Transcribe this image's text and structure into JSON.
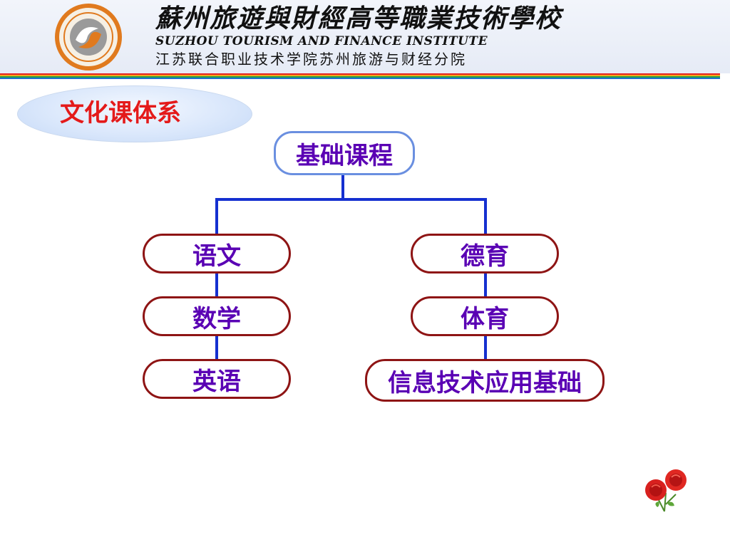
{
  "header": {
    "school_name_cn": "蘇州旅遊與財經高等職業技術學校",
    "school_name_en": "SUZHOU TOURISM AND FINANCE INSTITUTE",
    "school_subtitle_cn": "江苏联合职业技术学院苏州旅游与财经分院",
    "logo_icon": "school-seal-icon",
    "stripe_colors": [
      "#e52420",
      "#f6a51b",
      "#26a342",
      "#1d6fd1"
    ]
  },
  "section": {
    "title": "文化课体系",
    "title_color": "#e41a1a"
  },
  "diagram": {
    "root": {
      "label": "基础课程"
    },
    "left_column": [
      {
        "label": "语文"
      },
      {
        "label": "数学"
      },
      {
        "label": "英语"
      }
    ],
    "right_column": [
      {
        "label": "德育"
      },
      {
        "label": "体育"
      },
      {
        "label": "信息技术应用基础"
      }
    ],
    "connector_color": "#1530d0",
    "node_text_color": "#5a00b4",
    "leaf_border_color": "#8e1414",
    "root_border_color": "#6a8fe0"
  },
  "decoration": {
    "icon": "red-roses-icon"
  }
}
